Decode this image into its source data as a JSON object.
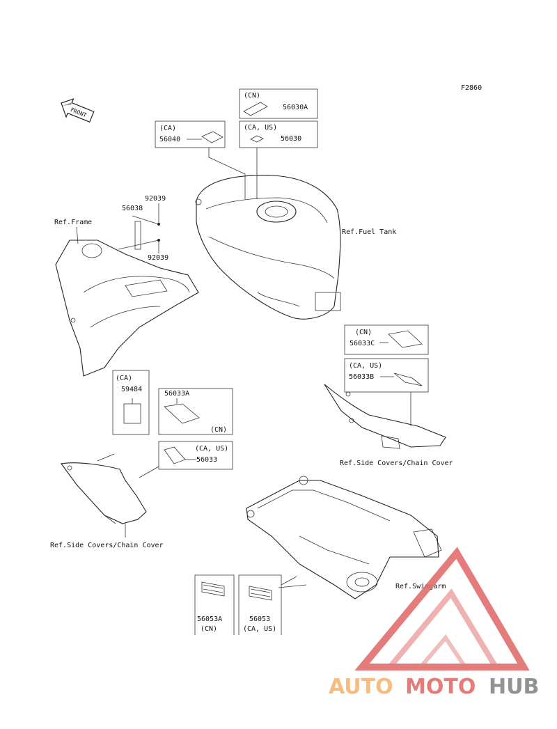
{
  "figure_code": "F2860",
  "front_arrow_label": "FRONT",
  "references": {
    "frame": "Ref.Frame",
    "fuel_tank": "Ref.Fuel Tank",
    "side_covers_right": "Ref.Side Covers/Chain Cover",
    "side_covers_left": "Ref.Side Covers/Chain Cover",
    "swingarm": "Ref.Swingarm"
  },
  "parts": {
    "p56030a": {
      "market": "(CN)",
      "number": "56030A"
    },
    "p56030": {
      "market": "(CA, US)",
      "number": "56030"
    },
    "p56040": {
      "market": "(CA)",
      "number": "56040"
    },
    "p56038": {
      "number": "56038"
    },
    "p92039_top": {
      "number": "92039"
    },
    "p92039_bottom": {
      "number": "92039"
    },
    "p56033c": {
      "market": "(CN)",
      "number": "56033C"
    },
    "p56033b": {
      "market": "(CA, US)",
      "number": "56033B"
    },
    "p59484": {
      "market": "(CA)",
      "number": "59484"
    },
    "p56033a": {
      "market": "(CN)",
      "number": "56033A"
    },
    "p56033": {
      "market": "(CA, US)",
      "number": "56033"
    },
    "p56053a": {
      "market": "(CN)",
      "number": "56053A"
    },
    "p56053": {
      "market": "(CA, US)",
      "number": "56053"
    }
  },
  "watermark": {
    "part1": "AUTO",
    "part2": "MOTO",
    "part3": "HUB",
    "color_auto": "#f6b26b",
    "color_moto": "#e06666",
    "color_hub": "#7f7f7f"
  }
}
